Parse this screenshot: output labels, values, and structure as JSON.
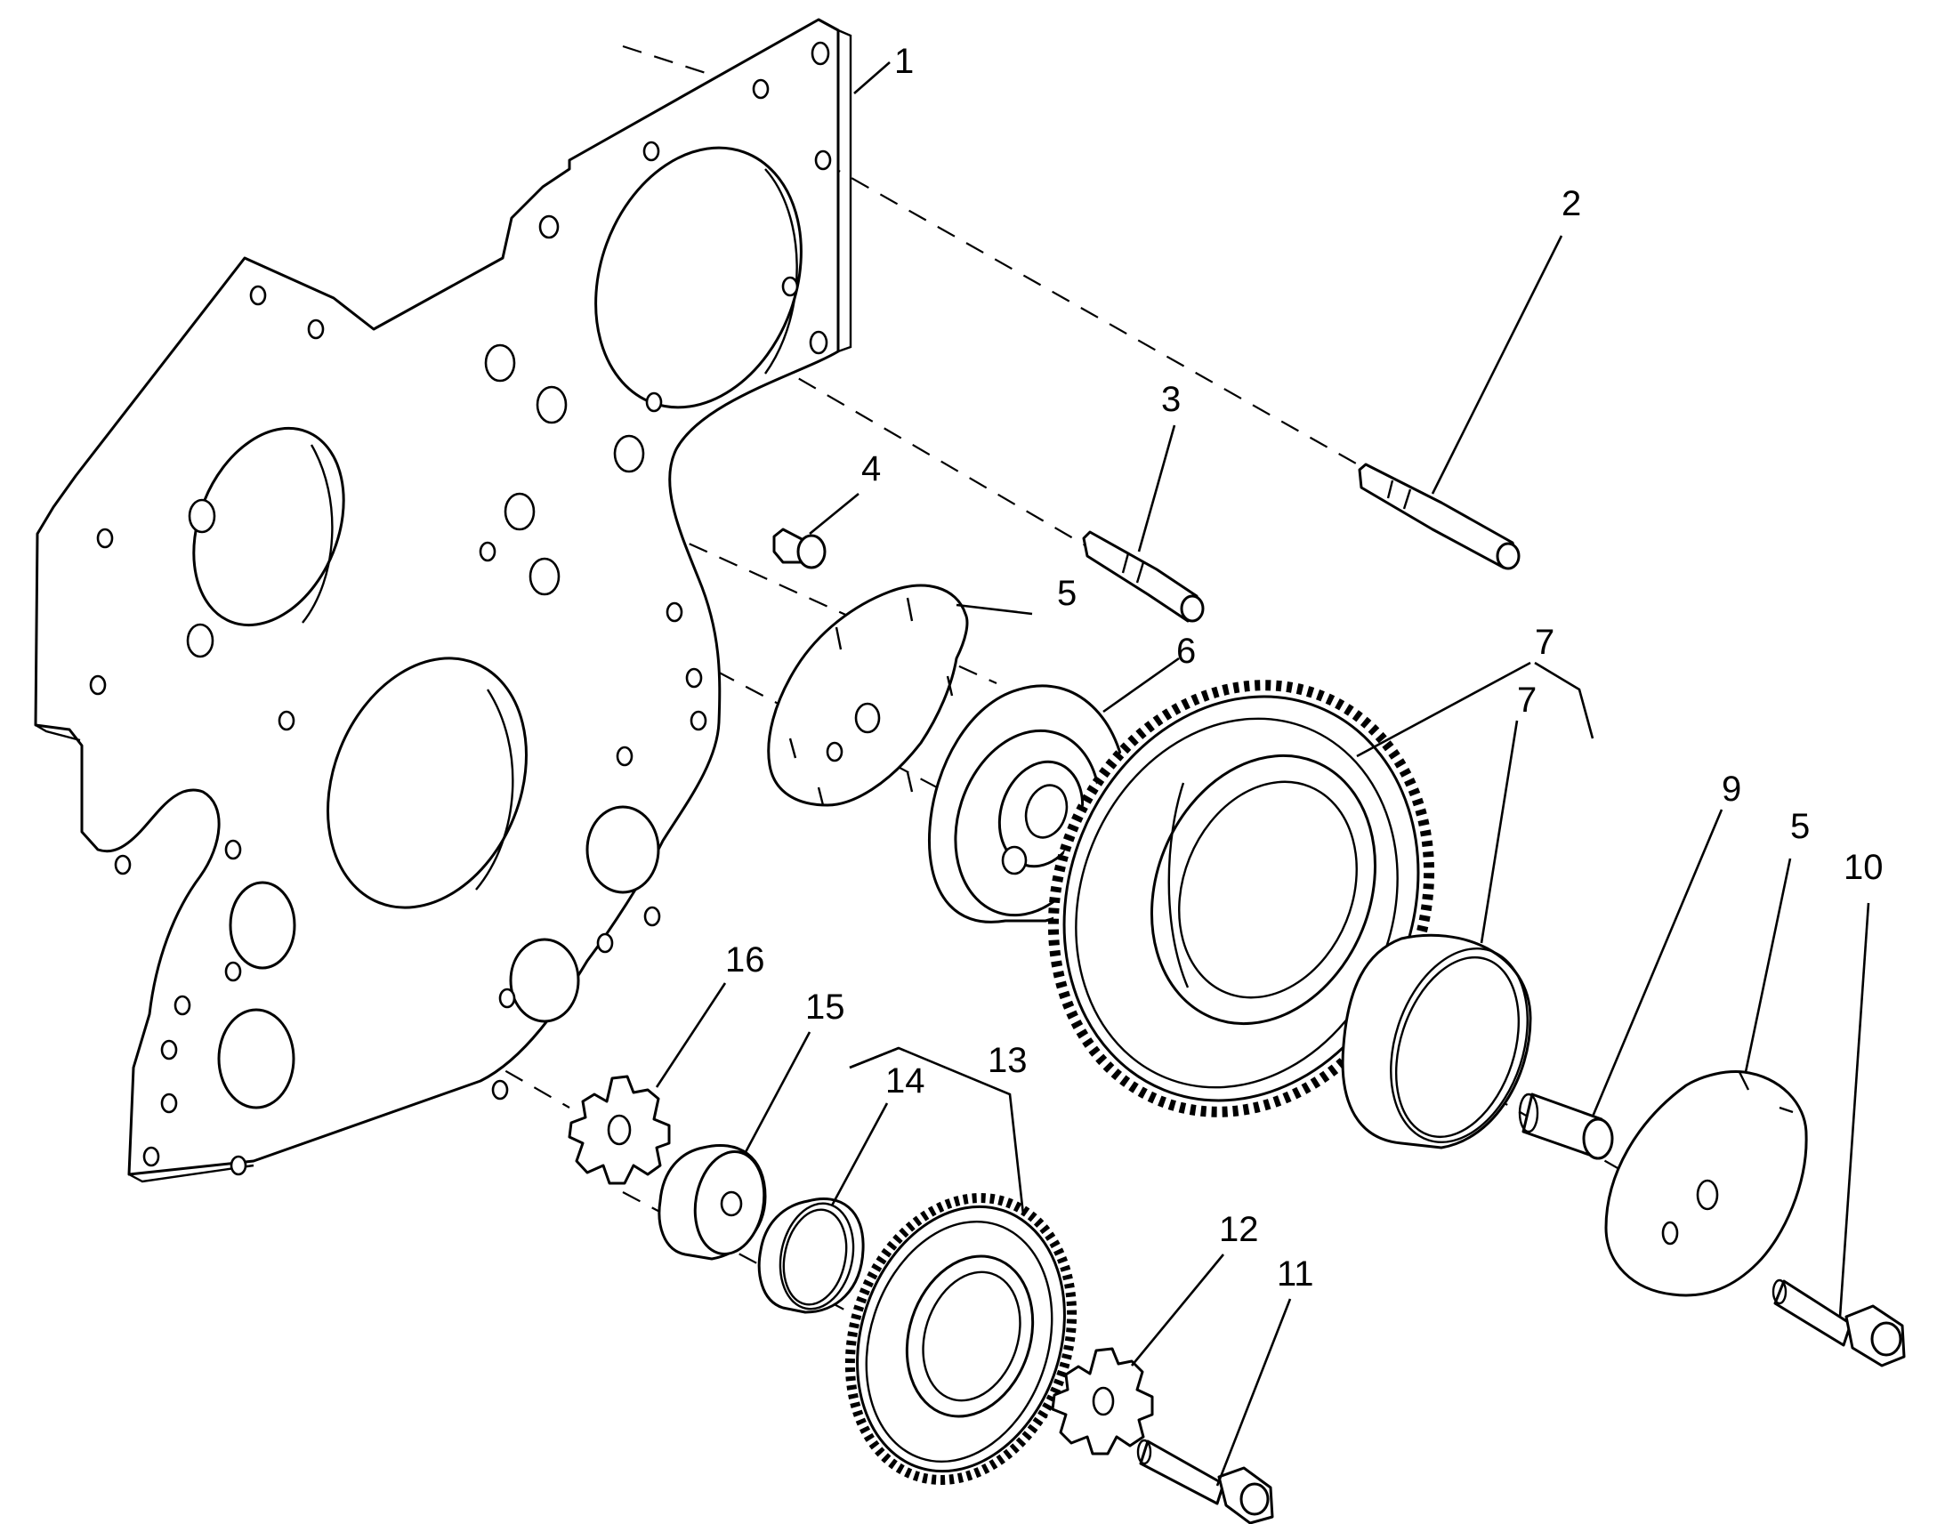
{
  "callouts": [
    {
      "id": "1",
      "text": "1"
    },
    {
      "id": "2",
      "text": "2"
    },
    {
      "id": "3",
      "text": "3"
    },
    {
      "id": "4",
      "text": "4"
    },
    {
      "id": "5a",
      "text": "5"
    },
    {
      "id": "6",
      "text": "6"
    },
    {
      "id": "7a",
      "text": "7"
    },
    {
      "id": "7b",
      "text": "7"
    },
    {
      "id": "9",
      "text": "9"
    },
    {
      "id": "5b",
      "text": "5"
    },
    {
      "id": "10",
      "text": "10"
    },
    {
      "id": "16",
      "text": "16"
    },
    {
      "id": "15",
      "text": "15"
    },
    {
      "id": "14",
      "text": "14"
    },
    {
      "id": "13",
      "text": "13"
    },
    {
      "id": "12",
      "text": "12"
    },
    {
      "id": "11",
      "text": "11"
    }
  ]
}
